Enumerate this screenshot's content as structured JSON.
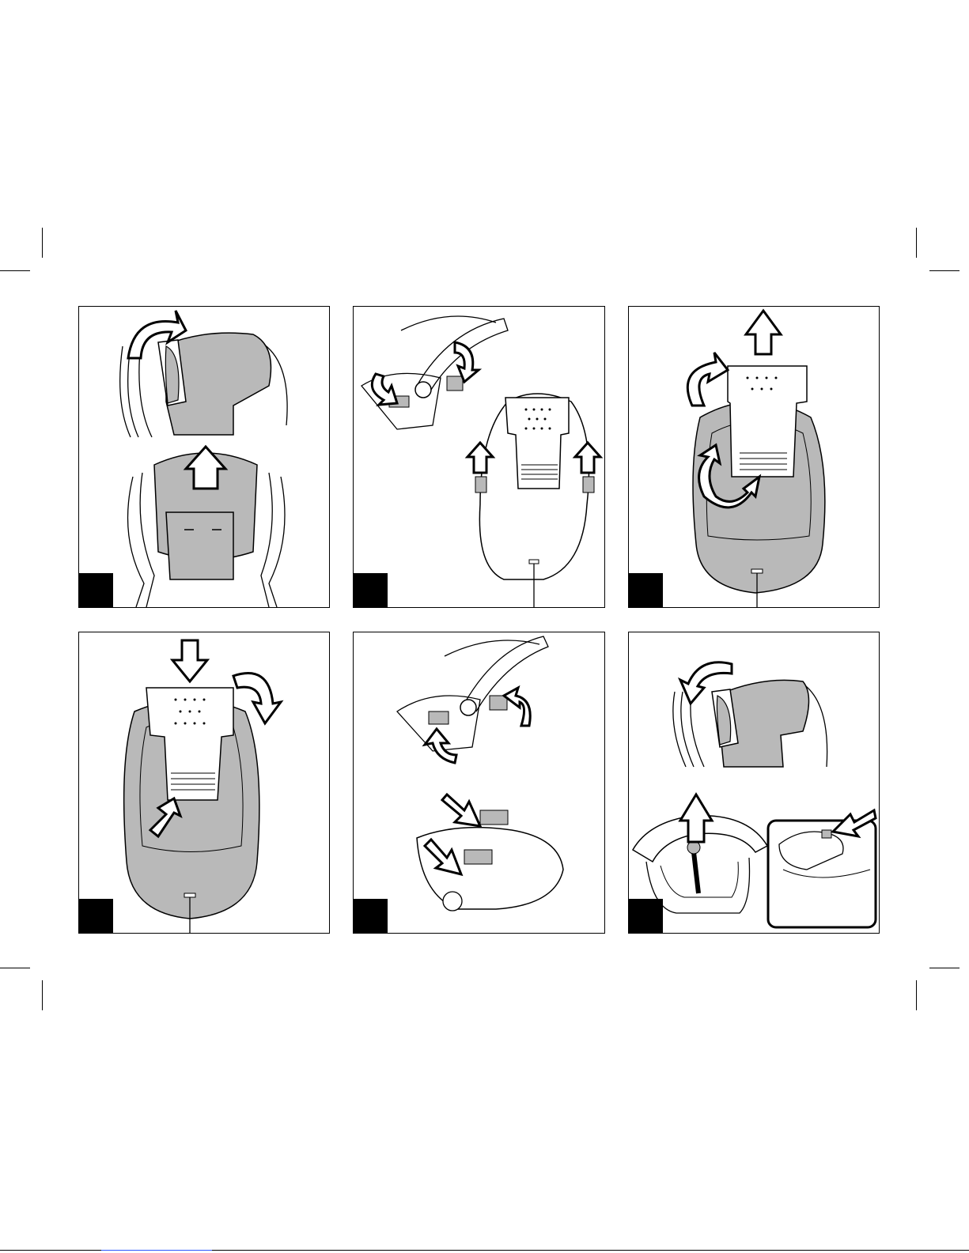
{
  "document": {
    "type": "instruction-sheet",
    "panels": [
      {
        "id": 1,
        "step_label": "",
        "illustration": "headrest-cover-removal"
      },
      {
        "id": 2,
        "step_label": "",
        "illustration": "carry-handle-and-harness-release"
      },
      {
        "id": 3,
        "step_label": "",
        "illustration": "seat-pad-lift-off"
      },
      {
        "id": 4,
        "step_label": "",
        "illustration": "seat-pad-refit"
      },
      {
        "id": 5,
        "step_label": "",
        "illustration": "handle-pivot-and-clip-refit"
      },
      {
        "id": 6,
        "step_label": "",
        "illustration": "headrest-cover-refit"
      }
    ]
  },
  "colors": {
    "line": "#000000",
    "fill_grey": "#b9b9b9",
    "background": "#ffffff",
    "link_underline": "#2b55ff"
  },
  "icons": {
    "arrow_straight": "outline-arrow-icon",
    "arrow_curved": "curved-arrow-icon"
  }
}
